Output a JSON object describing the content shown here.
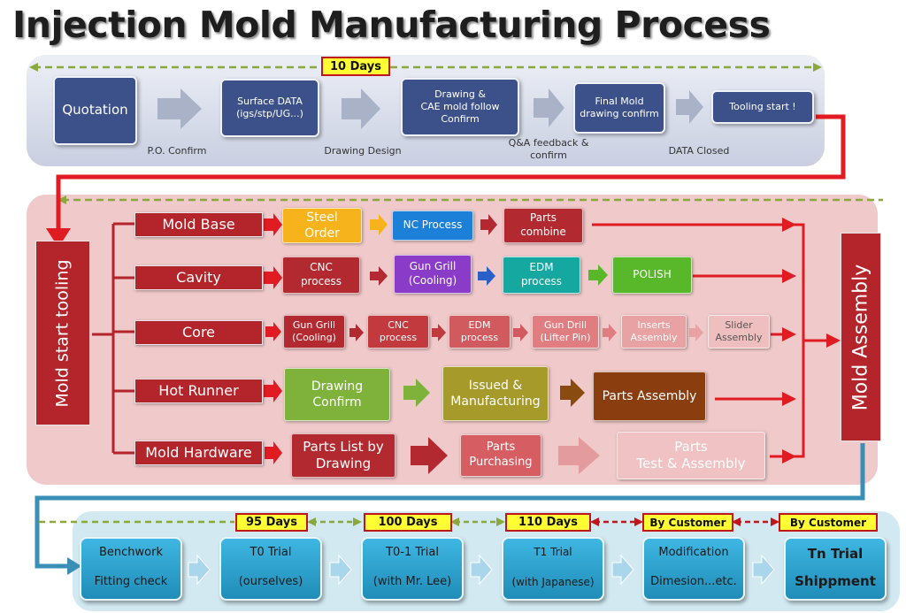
{
  "title": "Injection Mold Manufacturing Process",
  "design_phase": {
    "days_label": "10 Days",
    "steps": [
      {
        "line1": "Quotation",
        "line2": "",
        "line3": ""
      },
      {
        "line1": "Surface DATA",
        "line2": "(igs/stp/UG...)",
        "line3": ""
      },
      {
        "line1": "Drawing &",
        "line2": "CAE mold follow",
        "line3": "Confirm"
      },
      {
        "line1": "Final Mold",
        "line2": "drawing confirm",
        "line3": ""
      },
      {
        "line1": "Tooling start !",
        "line2": "",
        "line3": ""
      }
    ],
    "gate_labels": [
      {
        "line1": "P.O. Confirm",
        "line2": ""
      },
      {
        "line1": "Drawing Design",
        "line2": ""
      },
      {
        "line1": "Q&A feedback &",
        "line2": "confirm"
      },
      {
        "line1": "DATA Closed",
        "line2": ""
      }
    ]
  },
  "tooling_phase": {
    "start_label": "Mold  start  tooling",
    "assembly_label": "Mold Assembly",
    "rows": [
      {
        "category": "Mold Base",
        "steps": [
          {
            "line1": "Steel",
            "line2": "Order",
            "color": "#f6b31c",
            "text_color": "#ffffff"
          },
          {
            "line1": "NC Process",
            "line2": "",
            "color": "#1c7fd8",
            "text_color": "#ffffff"
          },
          {
            "line1": "Parts",
            "line2": "combine",
            "color": "#b22a30",
            "text_color": "#ffffff"
          }
        ],
        "arrow_colors": [
          "#f6b31c",
          "#b22a30"
        ]
      },
      {
        "category": "Cavity",
        "steps": [
          {
            "line1": "CNC",
            "line2": "process",
            "color": "#b22a30",
            "text_color": "#ffffff"
          },
          {
            "line1": "Gun Grill",
            "line2": "(Cooling)",
            "color": "#8a3cc8",
            "text_color": "#ffffff"
          },
          {
            "line1": "EDM",
            "line2": "process",
            "color": "#14a8a0",
            "text_color": "#ffffff"
          },
          {
            "line1": "POLISH",
            "line2": "",
            "color": "#58b82a",
            "text_color": "#ffffff"
          }
        ],
        "arrow_colors": [
          "#b22a30",
          "#2a5fc8",
          "#58b82a"
        ]
      },
      {
        "category": "Core",
        "steps": [
          {
            "line1": "Gun Grill",
            "line2": "(Cooling)",
            "color": "#b22a30",
            "text_color": "#ffffff"
          },
          {
            "line1": "CNC",
            "line2": "process",
            "color": "#c2393e",
            "text_color": "#ffffff"
          },
          {
            "line1": "EDM",
            "line2": "process",
            "color": "#d15a5e",
            "text_color": "#ffffff"
          },
          {
            "line1": "Gun Drill",
            "line2": "(Lifter Pin)",
            "color": "#e07d80",
            "text_color": "#ffffff"
          },
          {
            "line1": "Inserts",
            "line2": "Assembly",
            "color": "#e8a2a4",
            "text_color": "#ffffff"
          },
          {
            "line1": "Slider",
            "line2": "Assembly",
            "color": "#efbfc0",
            "text_color": "#ffffff"
          }
        ],
        "arrow_colors": [
          "#b22a30",
          "#c2393e",
          "#d15a5e",
          "#e07d80",
          "#e8a2a4"
        ]
      },
      {
        "category": "Hot Runner",
        "steps": [
          {
            "line1": "Drawing",
            "line2": "Confirm",
            "color": "#7eb23a",
            "text_color": "#ffffff"
          },
          {
            "line1": "Issued &",
            "line2": "Manufacturing",
            "color": "#a69a2a",
            "text_color": "#ffffff"
          },
          {
            "line1": "Parts Assembly",
            "line2": "",
            "color": "#8a3d0e",
            "text_color": "#ffffff"
          }
        ],
        "arrow_colors": [
          "#7eb23a",
          "#8a4b10"
        ]
      },
      {
        "category": "Mold Hardware",
        "steps": [
          {
            "line1": "Parts List by",
            "line2": "Drawing",
            "color": "#b22a30",
            "text_color": "#ffffff"
          },
          {
            "line1": "Parts",
            "line2": "Purchasing",
            "color": "#d65d62",
            "text_color": "#ffffff"
          },
          {
            "line1": "Parts",
            "line2": "Test & Assembly",
            "color": "#f0c2c3",
            "text_color": "#ffffff"
          }
        ],
        "arrow_colors": [
          "#b22a30",
          "#e39b9e"
        ]
      }
    ]
  },
  "trial_phase": {
    "day_labels": [
      "95 Days",
      "100 Days",
      "110 Days",
      "By Customer",
      "By Customer"
    ],
    "steps": [
      {
        "line1": "Benchwork",
        "line2": "Fitting check"
      },
      {
        "line1": "T0 Trial",
        "line2": "(ourselves)"
      },
      {
        "line1": "T0-1 Trial",
        "line2": "(with Mr. Lee)"
      },
      {
        "line1": "T1 Trial",
        "line2": "(with Japanese)"
      },
      {
        "line1": "Modification",
        "line2": "Dimesion...etc."
      },
      {
        "line1": "Tn Trial",
        "line2": "Shippment"
      }
    ]
  },
  "colors": {
    "dark_red": "#b3242b",
    "connector_red": "#e11b22",
    "navy": "#3c5189",
    "teal": "#2aa3d2",
    "dashed_green": "#8aa83c",
    "day_box_yellow": "#ffff33"
  }
}
